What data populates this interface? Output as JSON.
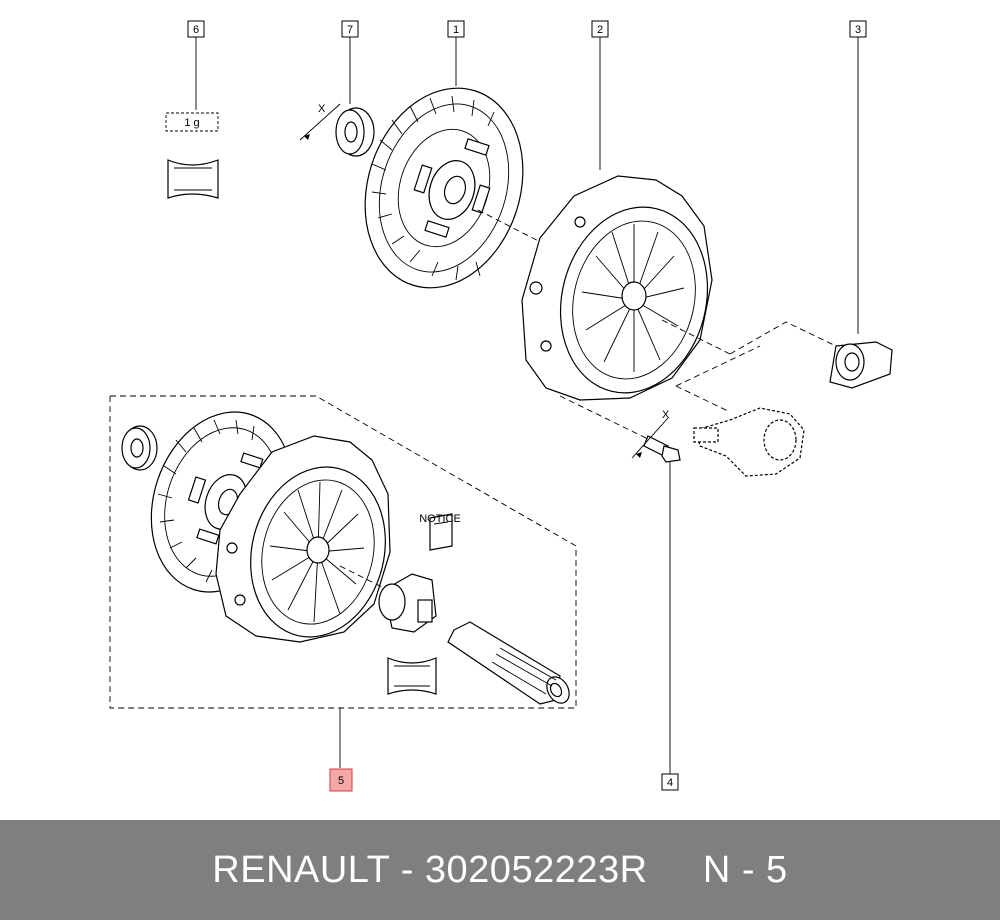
{
  "callouts": {
    "c1": "1",
    "c2": "2",
    "c3": "3",
    "c4": "4",
    "c5": "5",
    "c6": "6",
    "c7": "7"
  },
  "small_labels": {
    "qty_box": "1 g",
    "dim_x_top": "X",
    "dim_x_bolt": "X",
    "notice": "NOTICE"
  },
  "colors": {
    "highlight_fill": "#f4a9a9",
    "highlight_stroke": "#d93a3a",
    "footer_bg": "#7f7f7f"
  },
  "footer": {
    "brand": "RENAULT",
    "part_number": "302052223R",
    "ref": "N - 5",
    "text": "RENAULT - 302052223R     N - 5"
  }
}
